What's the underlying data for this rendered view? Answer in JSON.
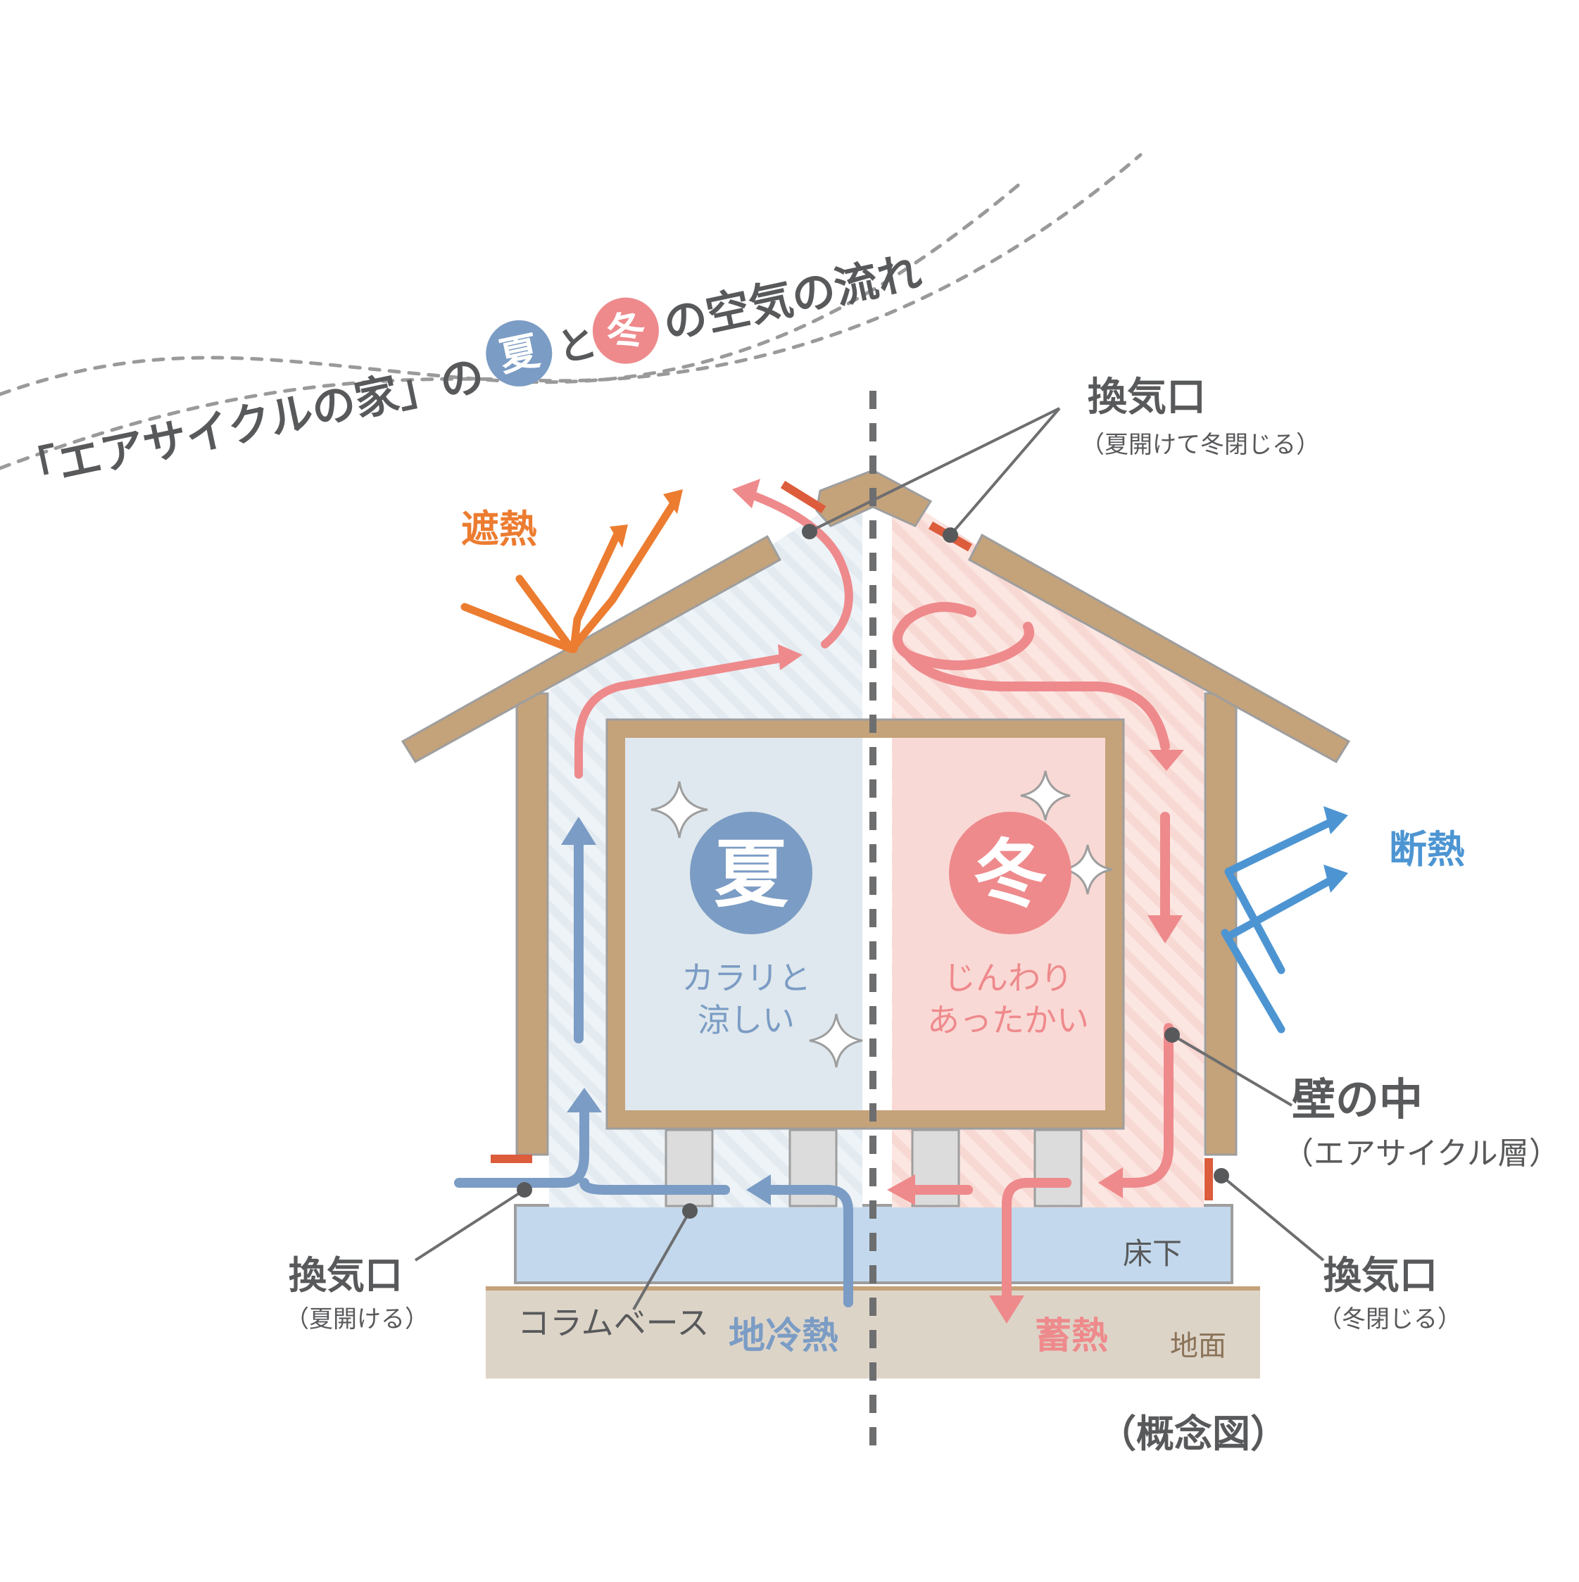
{
  "title": {
    "part1": "「エアサイクルの家」の",
    "summer_badge": "夏",
    "conj": "と",
    "winter_badge": "冬",
    "part2": "の空気の流れ"
  },
  "labels": {
    "vent_top": "換気口",
    "vent_top_note": "（夏開けて冬閉じる）",
    "heat_shield": "遮熱",
    "insulation": "断熱",
    "summer": "夏",
    "summer_desc_1": "カラリと",
    "summer_desc_2": "涼しい",
    "winter": "冬",
    "winter_desc_1": "じんわり",
    "winter_desc_2": "あったかい",
    "in_wall": "壁の中",
    "in_wall_note": "（エアサイクル層）",
    "underfloor": "床下",
    "vent_left": "換気口",
    "vent_left_note": "（夏開ける）",
    "column_base": "コラムベース",
    "ground_cold": "地冷熱",
    "heat_storage": "蓄熱",
    "ground": "地面",
    "vent_right": "換気口",
    "vent_right_note": "（冬閉じる）",
    "concept": "（概念図）"
  },
  "colors": {
    "wood": "#c4a27a",
    "wood_edge": "#9e9e9e",
    "summer_blue": "#7b9cc4",
    "summer_room": "#dfe8ee",
    "winter_pink": "#ee8a8c",
    "winter_room": "#f9d9d5",
    "orange": "#ec7c30",
    "vent_red": "#dc5c3c",
    "cold_blue": "#4d95d2",
    "underfloor": "#c3d8ec",
    "ground": "#ddd4c8",
    "text_gray": "#58595b"
  }
}
